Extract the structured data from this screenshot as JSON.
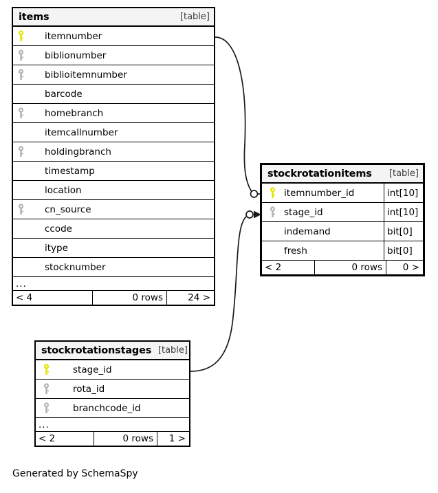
{
  "diagram": {
    "generator_text": "Generated by SchemaSpy",
    "table_tag": "[table]",
    "colors": {
      "primary_key": "#e3e300",
      "foreign_key": "#b3b3b3",
      "header_background": "#f4f4f4",
      "border": "#000000",
      "background": "#ffffff"
    }
  },
  "tables": [
    {
      "id": "items",
      "name": "items",
      "tag": "[table]",
      "columns": [
        {
          "name": "itemnumber",
          "key": "primary"
        },
        {
          "name": "biblionumber",
          "key": "foreign"
        },
        {
          "name": "biblioitemnumber",
          "key": "foreign"
        },
        {
          "name": "barcode",
          "key": "none"
        },
        {
          "name": "homebranch",
          "key": "foreign"
        },
        {
          "name": "itemcallnumber",
          "key": "none"
        },
        {
          "name": "holdingbranch",
          "key": "foreign"
        },
        {
          "name": "timestamp",
          "key": "none"
        },
        {
          "name": "location",
          "key": "none"
        },
        {
          "name": "cn_source",
          "key": "foreign"
        },
        {
          "name": "ccode",
          "key": "none"
        },
        {
          "name": "itype",
          "key": "none"
        },
        {
          "name": "stocknumber",
          "key": "none"
        }
      ],
      "more_indicator": "...",
      "footer": {
        "left": "< 4",
        "middle": "0 rows",
        "right": "24 >"
      }
    },
    {
      "id": "stockrotationitems",
      "name": "stockrotationitems",
      "tag": "[table]",
      "columns": [
        {
          "name": "itemnumber_id",
          "key": "primary",
          "type": "int[10]"
        },
        {
          "name": "stage_id",
          "key": "foreign",
          "type": "int[10]"
        },
        {
          "name": "indemand",
          "key": "none",
          "type": "bit[0]"
        },
        {
          "name": "fresh",
          "key": "none",
          "type": "bit[0]"
        }
      ],
      "footer": {
        "left": "< 2",
        "middle": "0 rows",
        "right": "0 >"
      }
    },
    {
      "id": "stockrotationstages",
      "name": "stockrotationstages",
      "tag": "[table]",
      "columns": [
        {
          "name": "stage_id",
          "key": "primary"
        },
        {
          "name": "rota_id",
          "key": "foreign"
        },
        {
          "name": "branchcode_id",
          "key": "foreign"
        }
      ],
      "more_indicator": "...",
      "footer": {
        "left": "< 2",
        "middle": "0 rows",
        "right": "1 >"
      }
    }
  ],
  "relationships": [
    {
      "id": "items-to-stockrotationitems",
      "from_table": "items",
      "from_column": "itemnumber",
      "to_table": "stockrotationitems",
      "to_column": "itemnumber_id",
      "cardinality": "zero-or-more"
    },
    {
      "id": "stockrotationstages-to-stockrotationitems",
      "from_table": "stockrotationstages",
      "from_column": "stage_id",
      "to_table": "stockrotationitems",
      "to_column": "stage_id",
      "cardinality": "zero-or-more"
    }
  ]
}
